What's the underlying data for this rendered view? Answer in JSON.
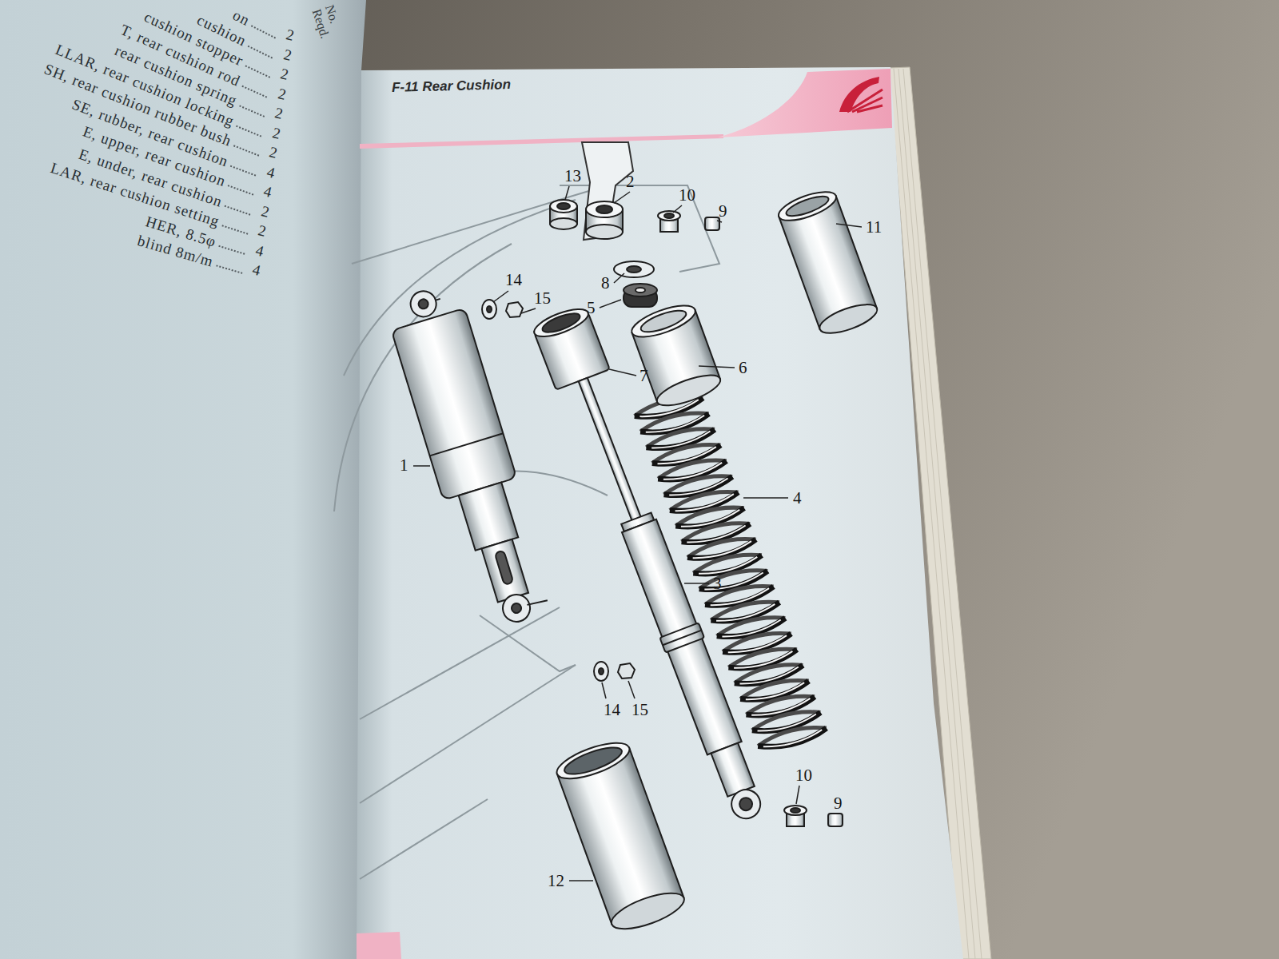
{
  "diagram": {
    "title": "F-11 Rear Cushion",
    "labels": [
      "on",
      "cushion",
      "cushion stopper",
      "T, rear cushion rod",
      "rear cushion spring",
      "LLAR, rear cushion locking",
      "SH, rear cushion rubber bush",
      "SE, rubber, rear cushion",
      "E, upper, rear cushion",
      "E, under, rear cushion",
      "LAR, rear cushion setting",
      "HER, 8.5φ",
      "blind 8m/m",
      "No. Reqd.",
      "2",
      "2",
      "2",
      "2",
      "2",
      "2",
      "2",
      "4",
      "4",
      "2",
      "2",
      "4",
      "4",
      "13",
      "2",
      "10",
      "9",
      "11",
      "14",
      "15",
      "8",
      "5",
      "6",
      "7",
      "1",
      "4",
      "3",
      "14",
      "15",
      "10",
      "9",
      "12"
    ]
  }
}
